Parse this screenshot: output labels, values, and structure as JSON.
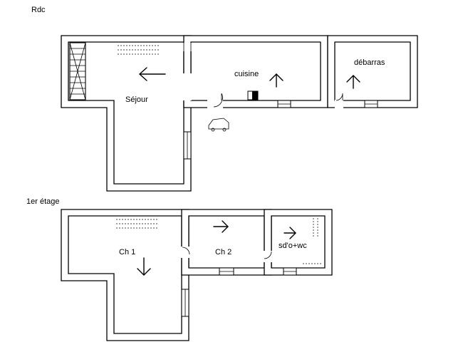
{
  "levels": {
    "ground": {
      "title": "Rdc",
      "rooms": {
        "sejour": "Séjour",
        "cuisine": "cuisine",
        "debarras": "débarras"
      }
    },
    "first": {
      "title": "1er étage",
      "rooms": {
        "ch1": "Ch 1",
        "ch2": "Ch 2",
        "sdo": "sd'o+wc"
      }
    }
  }
}
